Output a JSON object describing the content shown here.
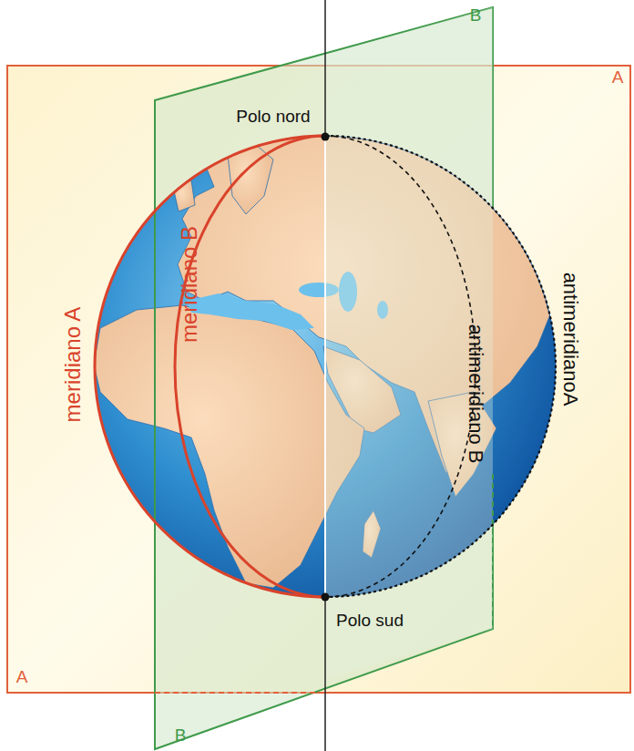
{
  "diagram": {
    "labels": [
      "B",
      "A",
      "Polo nord",
      "meridiano A",
      "meridiano B",
      "antimeridiano B",
      "antimeridianoA",
      "Polo sud",
      "A",
      "B"
    ]
  }
}
